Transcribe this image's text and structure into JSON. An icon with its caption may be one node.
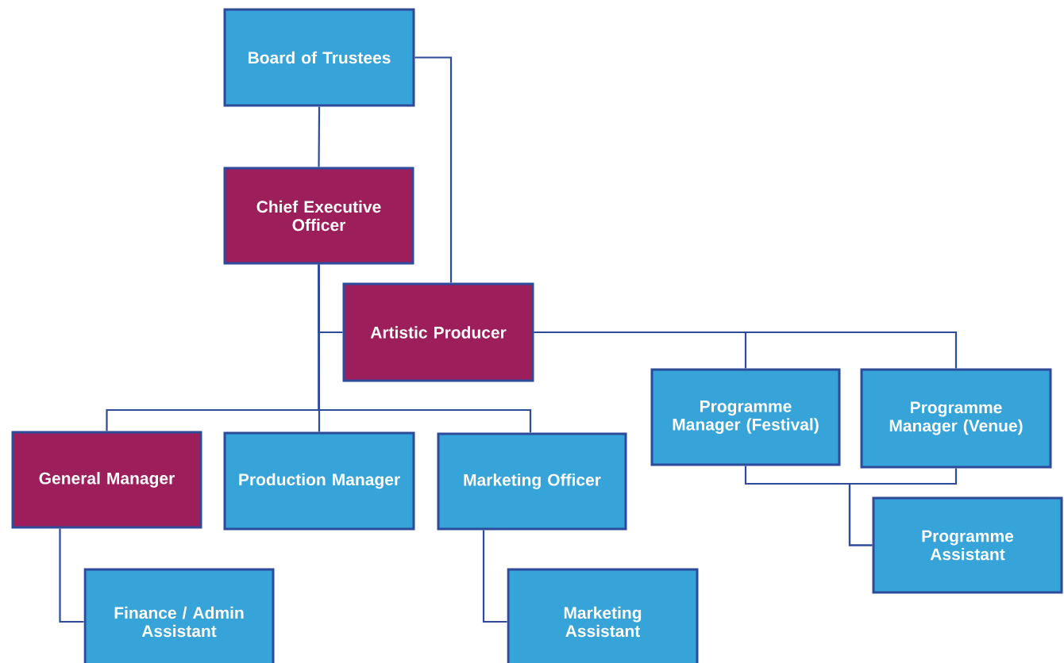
{
  "diagram": {
    "nodes": [
      {
        "text": [
          "Board of Trustees"
        ]
      },
      {
        "text": [
          "Chief Executive Officer"
        ]
      },
      {
        "text": [
          "Artistic Producer"
        ]
      },
      {
        "text": [
          "Programme Manager (Festival)"
        ]
      },
      {
        "text": [
          "Programme Manager (Venue)"
        ]
      },
      {
        "text": [
          "General Manager"
        ]
      },
      {
        "text": [
          "Production Manager"
        ]
      },
      {
        "text": [
          "Marketing Officer"
        ]
      },
      {
        "text": [
          "Programme Assistant"
        ]
      },
      {
        "text": [
          "Finance / Admin Assistant"
        ]
      },
      {
        "text": [
          "Marketing Assistant"
        ]
      }
    ],
    "edges": [
      {
        "from": 0,
        "to": 1,
        "arrow": "none"
      },
      {
        "from": 0,
        "to": 2,
        "arrow": "none"
      },
      {
        "from": 1,
        "to": 2,
        "arrow": "none"
      },
      {
        "from": 1,
        "to": 5,
        "arrow": "none"
      },
      {
        "from": 1,
        "to": 6,
        "arrow": "none"
      },
      {
        "from": 1,
        "to": 7,
        "arrow": "none"
      },
      {
        "from": 2,
        "to": 3,
        "arrow": "none"
      },
      {
        "from": 2,
        "to": 4,
        "arrow": "none"
      },
      {
        "from": 3,
        "to": 8,
        "arrow": "none"
      },
      {
        "from": 4,
        "to": 8,
        "arrow": "none"
      },
      {
        "from": 5,
        "to": 9,
        "arrow": "none"
      },
      {
        "from": 7,
        "to": 10,
        "arrow": "none"
      }
    ]
  }
}
